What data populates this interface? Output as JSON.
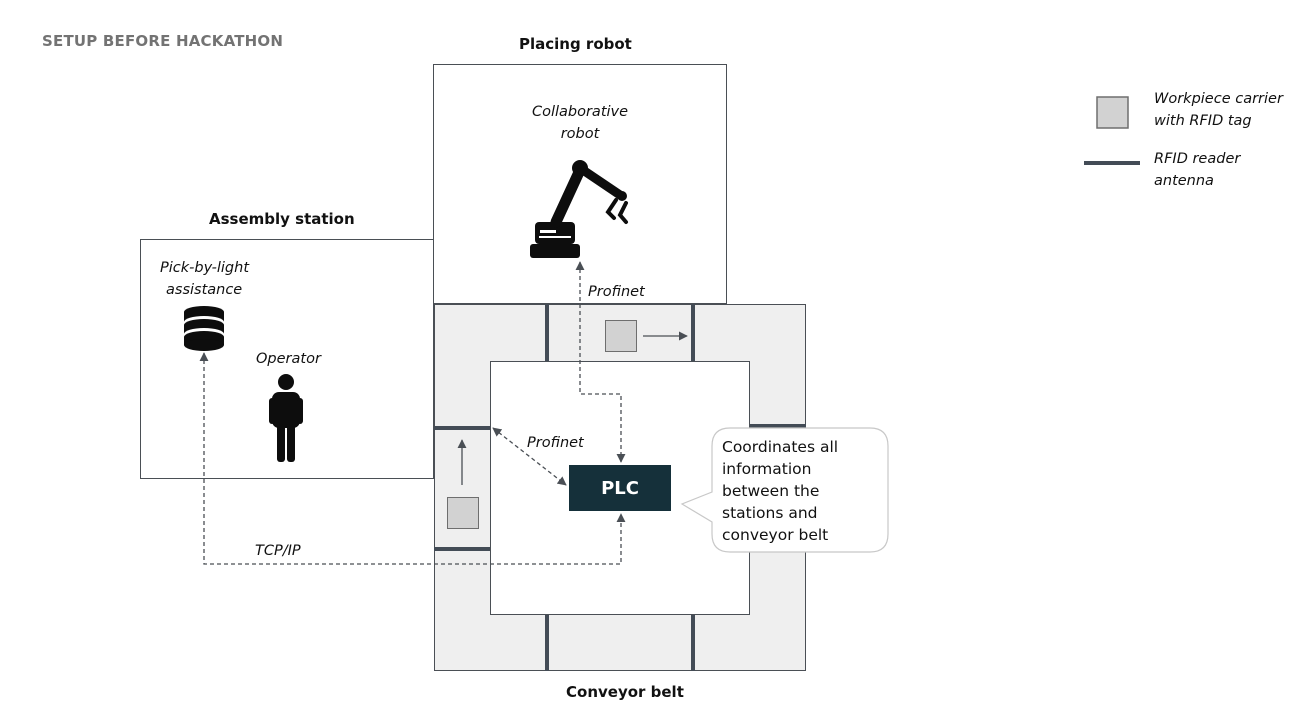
{
  "header": {
    "title": "SETUP BEFORE HACKATHON"
  },
  "stations": {
    "placing_robot": {
      "title": "Placing robot",
      "device_line1": "Collaborative",
      "device_line2": "robot"
    },
    "assembly": {
      "title": "Assembly station",
      "pick_line1": "Pick-by-light",
      "pick_line2": "assistance",
      "operator": "Operator"
    },
    "conveyor": {
      "title": "Conveyor belt"
    }
  },
  "connections": {
    "profinet_robot": "Profinet",
    "profinet_conveyor": "Profinet",
    "tcpip": "TCP/IP"
  },
  "plc": {
    "label": "PLC"
  },
  "callout": {
    "lines": [
      "Coordinates all",
      "information",
      "between the",
      "stations and",
      "conveyor belt"
    ]
  },
  "legend": {
    "carrier_line1": "Workpiece carrier",
    "carrier_line2": "with RFID tag",
    "antenna_line1": "RFID reader",
    "antenna_line2": "antenna"
  },
  "colors": {
    "plc_fill": "#15303a",
    "antenna": "#434c56",
    "conveyor_fill": "#efefef",
    "carrier_fill": "#d2d2d2",
    "header_gray": "#737373"
  },
  "icons": [
    "robot-arm-icon",
    "light-stack-icon",
    "person-icon"
  ]
}
